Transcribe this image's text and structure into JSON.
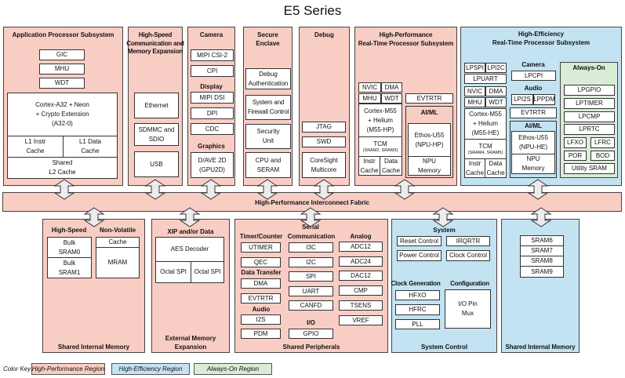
{
  "title": "E5 Series",
  "colors": {
    "high_performance": "#f8cdc4",
    "high_efficiency": "#c3e3f2",
    "always_on": "#d9ecd6"
  },
  "app": {
    "title": "Application Processor Subsystem",
    "gic": "GIC",
    "mhu": "MHU",
    "wdt": "WDT",
    "core": "Cortex-A32 + Neon\n+ Crypto Extension\n(A32-0)",
    "l1i": "L1 Instr\nCache",
    "l1d": "L1 Data\nCache",
    "l2": "Shared\nL2 Cache"
  },
  "hsc": {
    "title": "High-Speed\nCommunication and\nMemory Expansion",
    "ethernet": "Ethernet",
    "sdmmc": "SDMMC and\nSDIO",
    "usb": "USB"
  },
  "cam": {
    "title": "Camera",
    "csi": "MIPI CSI-2",
    "cpi": "CPI",
    "display": "Display",
    "dsi": "MIPI DSI",
    "dpi": "DPI",
    "cdc": "CDC",
    "graphics": "Graphics",
    "dave": "D/AVE 2D\n(GPU2D)"
  },
  "sec": {
    "title": "Secure\nEnclave",
    "auth": "Debug\nAuthentication",
    "fw": "System and\nFirewall Control",
    "unit": "Security\nUnit",
    "cpu": "CPU and\nSERAM"
  },
  "dbg": {
    "title": "Debug",
    "jtag": "JTAG",
    "swd": "SWD",
    "coresight": "CoreSight\nMulticore"
  },
  "hp": {
    "title": "High-Performance\nReal-Time Processor Subsystem",
    "nvic": "NVIC",
    "dma": "DMA",
    "mhu": "MHU",
    "wdt": "WDT",
    "evtrtr": "EVTRTR",
    "core": "Cortex-M55\n+ Helium\n(M55-HP)",
    "tcm": "TCM",
    "tcm_sub": "(SRAM2, SRAM3)",
    "instr": "Instr\nCache",
    "data": "Data\nCache",
    "aiml": "AI/ML",
    "ethos": "Ethos-U55\n(NPU-HP)",
    "npu_mem": "NPU\nMemory"
  },
  "he": {
    "title": "High-Efficiency\nReal-Time Processor Subsystem",
    "lpspi": "LPSPI",
    "lpi2c": "LPI2C",
    "lpuart": "LPUART",
    "nvic": "NVIC",
    "dma": "DMA",
    "mhu": "MHU",
    "wdt": "WDT",
    "core": "Cortex-M55\n+ Helium\n(M55-HE)",
    "tcm": "TCM",
    "tcm_sub": "(SRAM4, SRAM5)",
    "instr": "Instr\nCache",
    "data": "Data\nCache",
    "camera": "Camera",
    "lpcpi": "LPCPI",
    "audio": "Audio",
    "lpi2s": "LPI2S",
    "lppdm": "LPPDM",
    "evtrtr": "EVTRTR",
    "aiml": "AI/ML",
    "ethos": "Ethos-U55\n(NPU-HE)",
    "npu_mem": "NPU\nMemory"
  },
  "ao": {
    "title": "Always-On",
    "lpgpio": "LPGPIO",
    "lptimer": "LPTIMER",
    "lpcmp": "LPCMP",
    "lprtc": "LPRTC",
    "lfxo": "LFXO",
    "lfrc": "LFRC",
    "por": "POR",
    "bod": "BOD",
    "usram": "Utility SRAM"
  },
  "fabric": "High-Performance Interconnect Fabric",
  "sim": {
    "title": "Shared Internal Memory",
    "hs": "High-Speed",
    "nv": "Non-Volatile",
    "sram0": "Bulk\nSRAM0",
    "sram1": "Bulk\nSRAM1",
    "cache": "Cache",
    "mram": "MRAM"
  },
  "ext": {
    "title": "External Memory\nExpansion",
    "xip": "XIP and/or Data",
    "aes": "AES Decoder",
    "ospi1": "Octal SPI",
    "ospi2": "Octal SPI"
  },
  "per": {
    "title": "Shared Peripherals",
    "timer": "Timer/Counter",
    "utimer": "UTIMER",
    "qec": "QEC",
    "dt": "Data Transfer",
    "dma": "DMA",
    "evtrtr": "EVTRTR",
    "audio": "Audio",
    "i2s": "I2S",
    "pdm": "PDM",
    "serial": "Serial",
    "comm": "Communication",
    "i3c": "I3C",
    "i2c": "I2C",
    "spi": "SPI",
    "uart": "UART",
    "canfd": "CANFD",
    "io": "I/O",
    "gpio": "GPIO",
    "analog": "Analog",
    "adc12": "ADC12",
    "adc24": "ADC24",
    "dac12": "DAC12",
    "cmp": "CMP",
    "tsens": "TSENS",
    "vref": "VREF"
  },
  "sys": {
    "title": "System Control",
    "system": "System",
    "reset": "Reset Control",
    "irqrtr": "IRQRTR",
    "power": "Power Control",
    "clock": "Clock Control",
    "clkgen": "Clock Generation",
    "config": "Configuration",
    "hfxo": "HFXO",
    "hfrc": "HFRC",
    "pll": "PLL",
    "mux": "I/O Pin\nMux"
  },
  "sim2": {
    "title": "Shared Internal Memory",
    "sram6": "SRAM6",
    "sram7": "SRAM7",
    "sram8": "SRAM8",
    "sram9": "SRAM9"
  },
  "key": {
    "label": "Color Key:",
    "hp": "High-Performance Region",
    "he": "High-Efficiency Region",
    "ao": "Always-On Region"
  }
}
